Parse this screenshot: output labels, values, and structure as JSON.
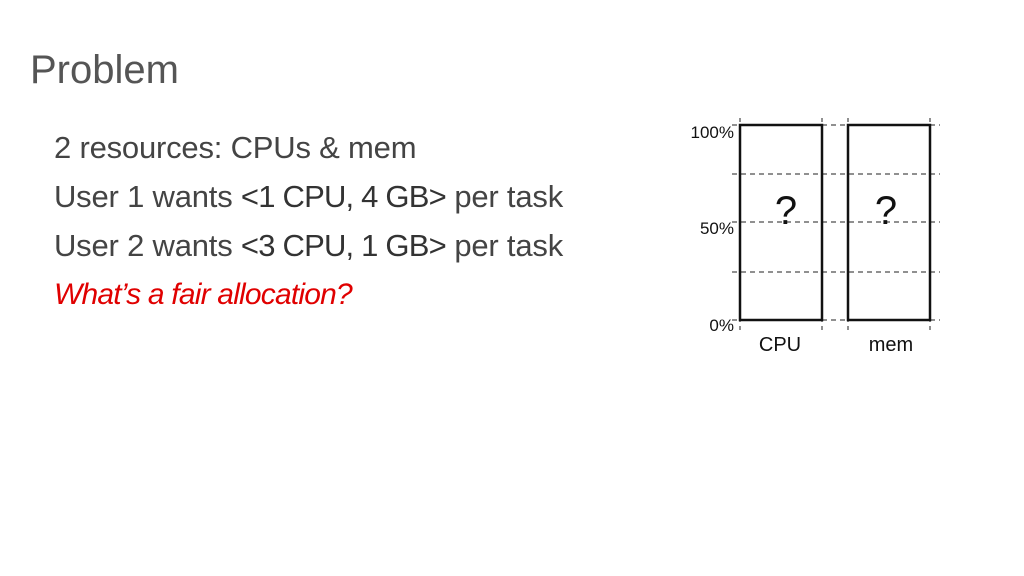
{
  "slide": {
    "title": "Problem",
    "bullets": [
      {
        "text": "2 resources: CPUs & mem"
      },
      {
        "prefix": "User 1 wants ",
        "highlight": "<1 CPU, 4 GB>",
        "suffix": " per task"
      },
      {
        "prefix": "User 2 wants ",
        "highlight": "<3 CPU, 1 GB>",
        "suffix": " per task"
      },
      {
        "text": "What’s a fair allocation?",
        "color": "#e00000"
      }
    ]
  },
  "diagram": {
    "y_ticks": [
      "100%",
      "50%",
      "0%"
    ],
    "columns": [
      {
        "label": "CPU",
        "value_text": "?"
      },
      {
        "label": "mem",
        "value_text": "?"
      }
    ]
  }
}
